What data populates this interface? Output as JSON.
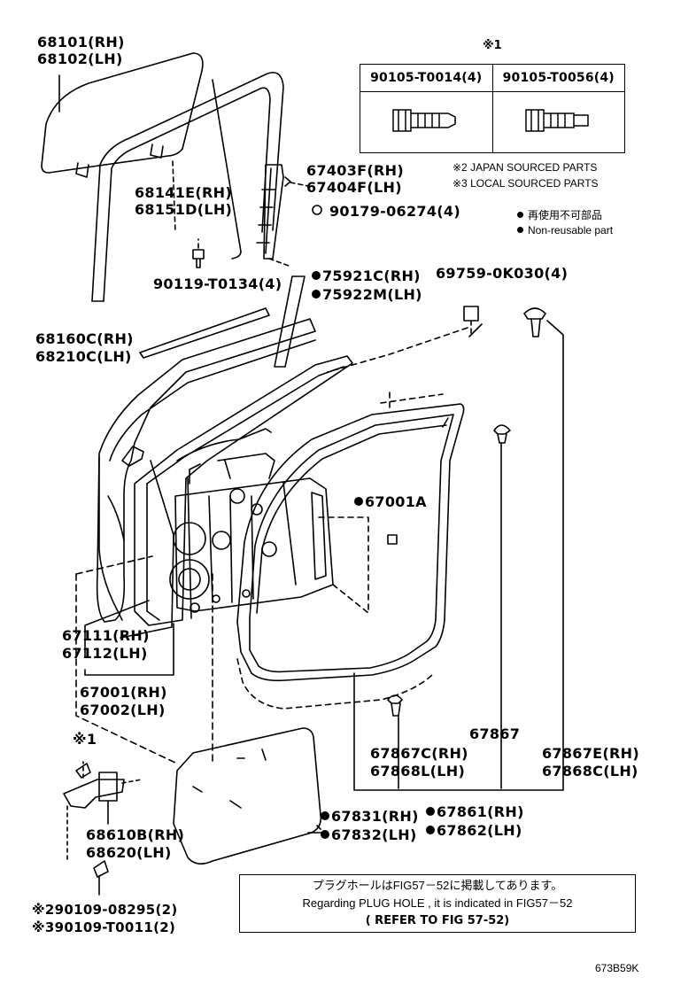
{
  "labels": {
    "p68101": "68101(RH)",
    "p68102": "68102(LH)",
    "p68141": "68141E(RH)",
    "p68151": "68151D(LH)",
    "p90119": "90119-T0134(4)",
    "p67403": "67403F(RH)",
    "p67404": "67404F(LH)",
    "p90179": "90179-06274(4)",
    "p75921": "75921C(RH)",
    "p75922": "75922M(LH)",
    "p69759": "69759-0K030(4)",
    "p68160": "68160C(RH)",
    "p68210": "68210C(LH)",
    "p67001A": "67001A",
    "p67111": "67111(RH)",
    "p67112": "67112(LH)",
    "p67001": "67001(RH)",
    "p67002": "67002(LH)",
    "star1": "※1",
    "p67867": "67867",
    "p67867C": "67867C(RH)",
    "p67868L": "67868L(LH)",
    "p67867E": "67867E(RH)",
    "p67868C": "67868C(LH)",
    "p68610": "68610B(RH)",
    "p68620": "68620(LH)",
    "p67831": "67831(RH)",
    "p67832": "67832(LH)",
    "p67861": "67861(RH)",
    "p67862": "67862(LH)",
    "p90109a": "※290109-08295(2)",
    "p90109b": "※390109-T0011(2)"
  },
  "table": {
    "header": "※1",
    "col1": "90105-T0014(4)",
    "col2": "90105-T0056(4)"
  },
  "legend": {
    "japan": "※2 JAPAN SOURCED PARTS",
    "local": "※3 LOCAL SOURCED PARTS",
    "nonreuse_jp": "再使用不可部品",
    "nonreuse_en": "Non-reusable part"
  },
  "note": {
    "line1": "プラグホールはFIG57－52に掲載してあります。",
    "line2": "Regarding PLUG HOLE , it is indicated in FIG57－52",
    "line3": "( REFER TO FIG 57-52)"
  },
  "figure_code": "673B59K"
}
